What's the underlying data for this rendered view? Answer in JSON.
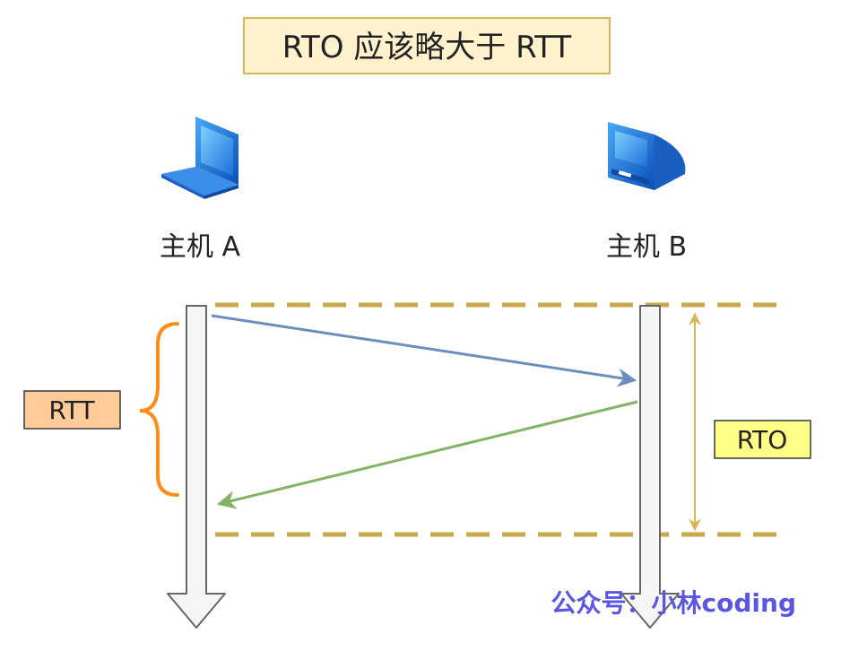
{
  "title": "RTO 应该略大于 RTT",
  "hosts": {
    "a": {
      "label": "主机 A",
      "icon": "laptop-icon"
    },
    "b": {
      "label": "主机 B",
      "icon": "desktop-computer-icon"
    }
  },
  "labels": {
    "rtt": "RTT",
    "rto": "RTO"
  },
  "watermark": "公众号：小林coding",
  "colors": {
    "title_box_fill": "#fff2cc",
    "title_box_stroke": "#d6b656",
    "rtt_box_fill": "#ffcc99",
    "rtt_box_stroke": "#36393d",
    "rto_box_fill": "#ffff88",
    "rto_box_stroke": "#36393d",
    "brace": "#ff8c1a",
    "dashed_lines": "#c8a84a",
    "rto_arrow": "#d6b656",
    "send_arrow": "#6c8ebf",
    "ack_arrow": "#82b366",
    "timeline_fill": "#f5f5f5",
    "timeline_stroke": "#666666",
    "watermark": "#5b55e6"
  }
}
